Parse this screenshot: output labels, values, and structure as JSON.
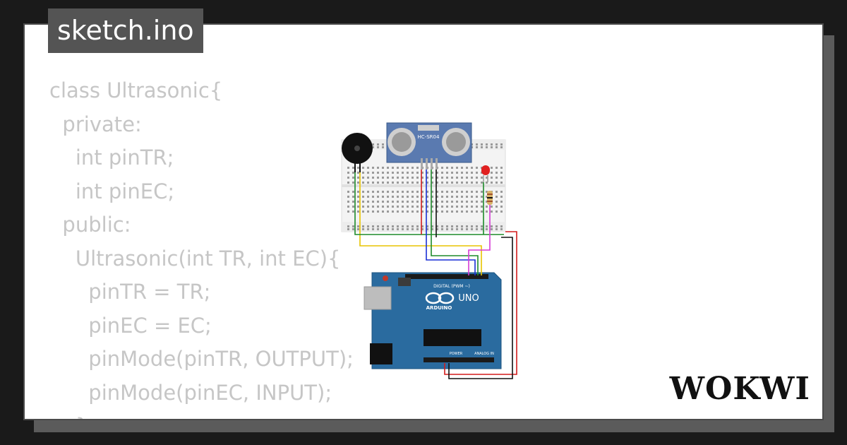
{
  "filename": "sketch.ino",
  "brand": "WOKWI",
  "code_lines": [
    "class Ultrasonic{",
    "  private:",
    "    int pinTR;",
    "    int pinEC;",
    "  public:",
    "    Ultrasonic(int TR, int EC){",
    "      pinTR = TR;",
    "      pinEC = EC;",
    "      pinMode(pinTR, OUTPUT);",
    "      pinMode(pinEC, INPUT);",
    "    }"
  ],
  "components": {
    "sensor_label": "HC-SR04",
    "board_brand": "ARDUINO",
    "board_model": "UNO",
    "digital_header": "DIGITAL (PWM ~)",
    "power_header": "POWER",
    "analog_header": "ANALOG IN"
  },
  "colors": {
    "board_blue": "#2a6b9f",
    "wire_red": "#d21c1c",
    "wire_green": "#1d8a2a",
    "wire_blue": "#1a2fd6",
    "wire_yellow": "#e8c400",
    "wire_magenta": "#d63ad6",
    "wire_black": "#111111"
  }
}
